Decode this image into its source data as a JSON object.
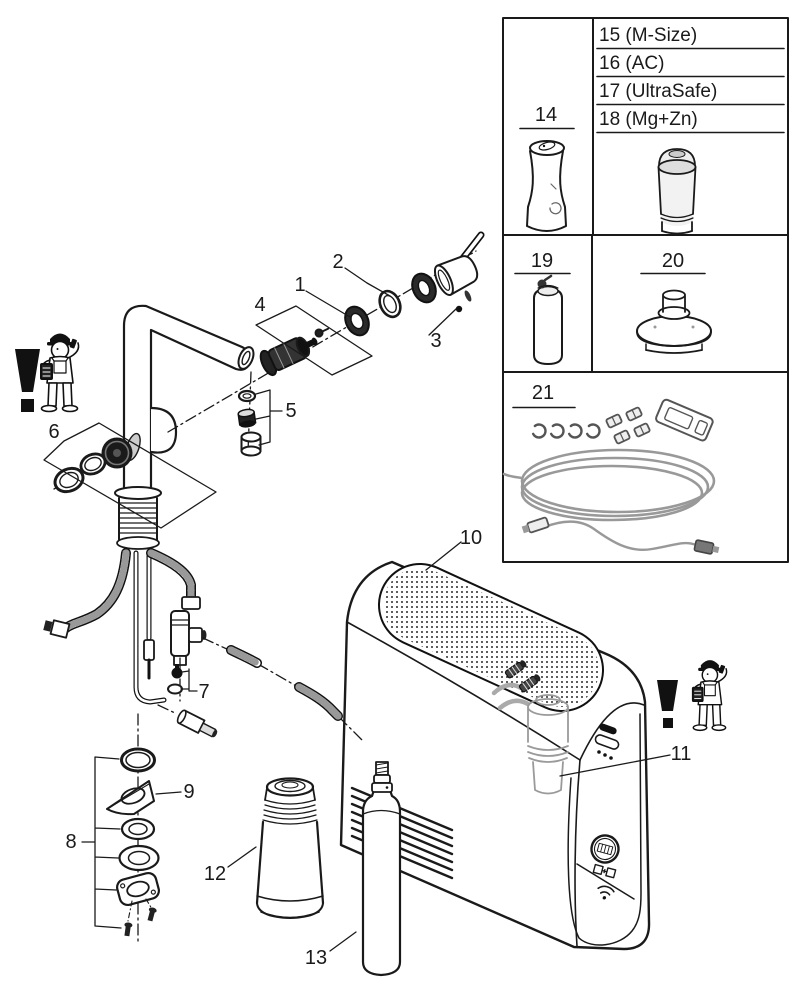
{
  "colors": {
    "background": "#ffffff",
    "line": "#1a1a1a",
    "ghost": "#9a9a9a"
  },
  "labels": {
    "n1": "1",
    "n2": "2",
    "n3": "3",
    "n4": "4",
    "n5": "5",
    "n6": "6",
    "n7": "7",
    "n8": "8",
    "n9": "9",
    "n10": "10",
    "n11": "11",
    "n12": "12",
    "n13": "13",
    "n14": "14",
    "n19": "19",
    "n20": "20",
    "n21": "21"
  },
  "parts_table": {
    "rows": [
      "15 (M-Size)",
      "16 (AC)",
      "17 (UltraSafe)",
      "18 (Mg+Zn)"
    ]
  },
  "icons": {
    "warning_exclamation": "!",
    "installer_figure": "installer-with-phone",
    "wifi": "wifi-signal-arcs",
    "brand_badge": "round-logo-button",
    "water_modes": "bottle-plus-glass"
  }
}
